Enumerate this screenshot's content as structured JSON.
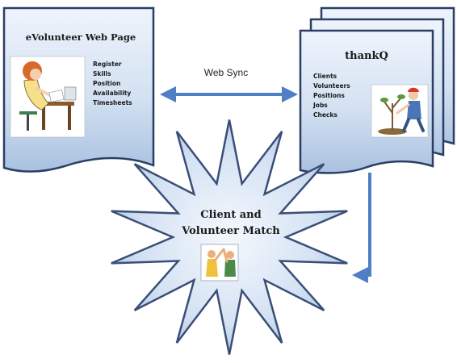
{
  "evolunteer": {
    "title": "eVolunteer Web Page",
    "items": [
      "Register",
      "Skills",
      "Position",
      "Availability",
      "Timesheets"
    ]
  },
  "thankq": {
    "title": "thankQ",
    "items": [
      "Clients",
      "Volunteers",
      "Positions",
      "Jobs",
      "Checks"
    ]
  },
  "sync": {
    "label": "Web Sync"
  },
  "match": {
    "line1": "Client and",
    "line2": "Volunteer Match"
  },
  "colors": {
    "doc_fill_top": "#e6f0fb",
    "doc_fill_bottom": "#b9cde6",
    "doc_stroke": "#2b3e63",
    "arrow": "#4f7fc4",
    "star_fill": "#d9e6f6",
    "star_stroke": "#3a4f78"
  }
}
